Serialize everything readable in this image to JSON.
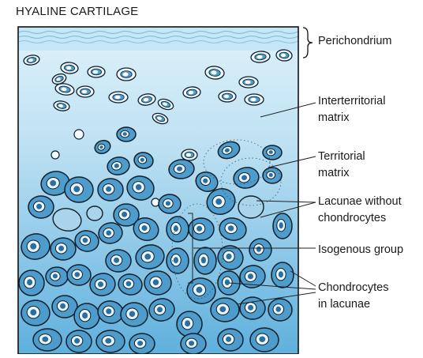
{
  "title": "HYALINE CARTILAGE",
  "labels": {
    "perichondrium": "Perichondrium",
    "interterritorial": "Interterritorial\nmatrix",
    "territorial": "Territorial\nmatrix",
    "lacunae": "Lacunae without\nchondrocytes",
    "isogenous": "Isogenous group",
    "chondrocytes": "Chondrocytes\nin lacunae"
  },
  "colors": {
    "matrix_top": "#dff1fa",
    "matrix_bottom": "#5fb0dd",
    "cell_fill": "#4d9ccc",
    "cell_dark": "#2a6f9f",
    "outline": "#0f1f2a",
    "nucleus": "#ffffff"
  }
}
